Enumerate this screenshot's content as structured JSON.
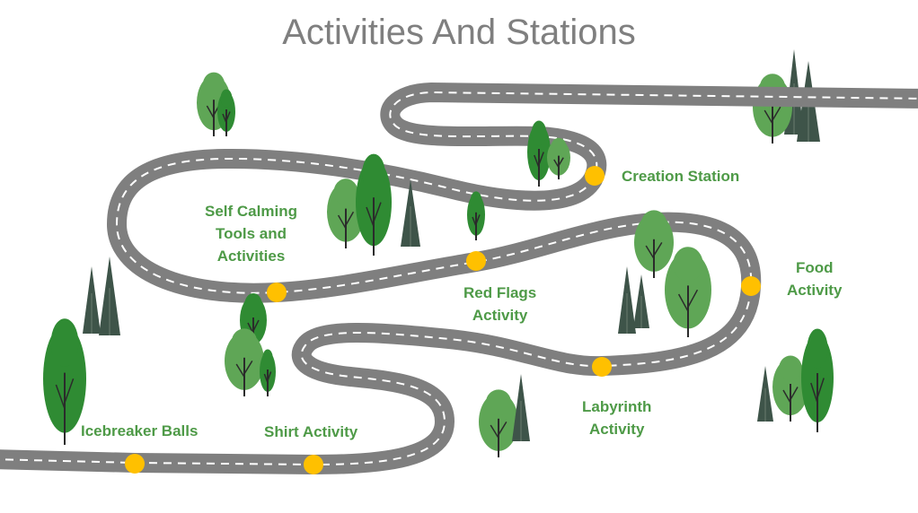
{
  "title": "Activities And Stations",
  "stations": [
    {
      "label": "Icebreaker Balls"
    },
    {
      "label": "Shirt Activity"
    },
    {
      "label": "Self Calming Tools and Activities",
      "lines": [
        "Self Calming",
        "Tools and",
        "Activities"
      ]
    },
    {
      "label": "Red Flags Activity",
      "lines": [
        "Red Flags",
        "Activity"
      ]
    },
    {
      "label": "Creation Station"
    },
    {
      "label": "Food Activity",
      "lines": [
        "Food",
        "Activity"
      ]
    },
    {
      "label": "Labyrinth Activity",
      "lines": [
        "Labyrinth",
        "Activity"
      ]
    }
  ],
  "colors": {
    "road": "#7f7f7f",
    "marker": "#ffc000",
    "label": "#4e9a47",
    "tree_light": "#5fa656",
    "tree_dark": "#2f8b33",
    "pine": "#3e5449"
  }
}
